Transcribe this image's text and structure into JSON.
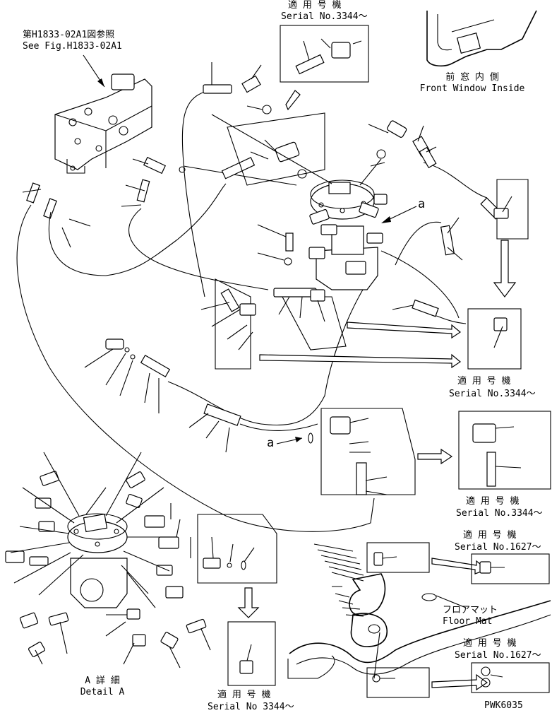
{
  "labels": {
    "ref_jp": "第H1833-02A1図参照",
    "ref_en": "See Fig.H1833-02A1",
    "serial_top_jp": "適 用 号 機",
    "serial_top_en": "Serial No.3344～",
    "front_window_jp": "前 窓 内 側",
    "front_window_en": "Front Window Inside",
    "callout_a_upper": "a",
    "callout_a_lower": "a",
    "serial_mid_jp": "適 用 号 機",
    "serial_mid_en": "Serial No.3344～",
    "serial_right_jp": "適 用 号 機",
    "serial_right_en": "Serial No.3344～",
    "serial_1627a_jp": "適 用 号 機",
    "serial_1627a_en": "Serial No.1627～",
    "floor_mat_jp": "フロアマット",
    "floor_mat_en": "Floor Mat",
    "serial_1627b_jp": "適 用 号 機",
    "serial_1627b_en": "Serial No.1627～",
    "detail_jp": "A 詳 細",
    "detail_en": "Detail A",
    "serial_bottom_jp": "適 用 号 機",
    "serial_bottom_en": "Serial No 3344～",
    "drawing_code": "PWK6035"
  }
}
